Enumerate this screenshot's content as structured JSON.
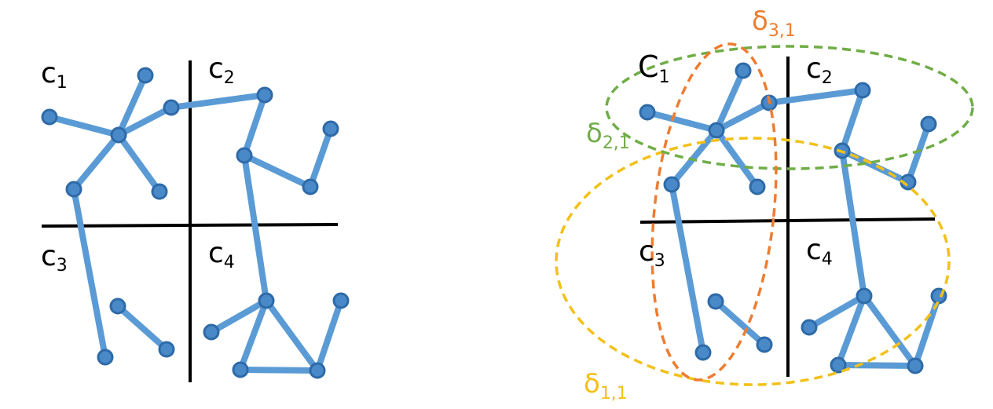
{
  "colors": {
    "edge": "#5b9bd5",
    "node_fill": "#4a89c8",
    "node_stroke": "#2e6aa8",
    "axis": "#000000",
    "delta_1_1": "#f2c019",
    "delta_2_1": "#70ad47",
    "delta_3_1": "#ed7d31"
  },
  "left_panel": {
    "quadrant_labels": [
      {
        "main": "c",
        "sub": "1"
      },
      {
        "main": "c",
        "sub": "2"
      },
      {
        "main": "c",
        "sub": "3"
      },
      {
        "main": "c",
        "sub": "4"
      }
    ]
  },
  "right_panel": {
    "quadrant_labels": [
      {
        "main": "C",
        "sub": "1"
      },
      {
        "main": "c",
        "sub": "2"
      },
      {
        "main": "c",
        "sub": "3"
      },
      {
        "main": "c",
        "sub": "4"
      }
    ],
    "region_labels": [
      {
        "main": "δ",
        "sub": "1,1"
      },
      {
        "main": "δ",
        "sub": "2,1"
      },
      {
        "main": "δ",
        "sub": "3,1"
      }
    ]
  }
}
